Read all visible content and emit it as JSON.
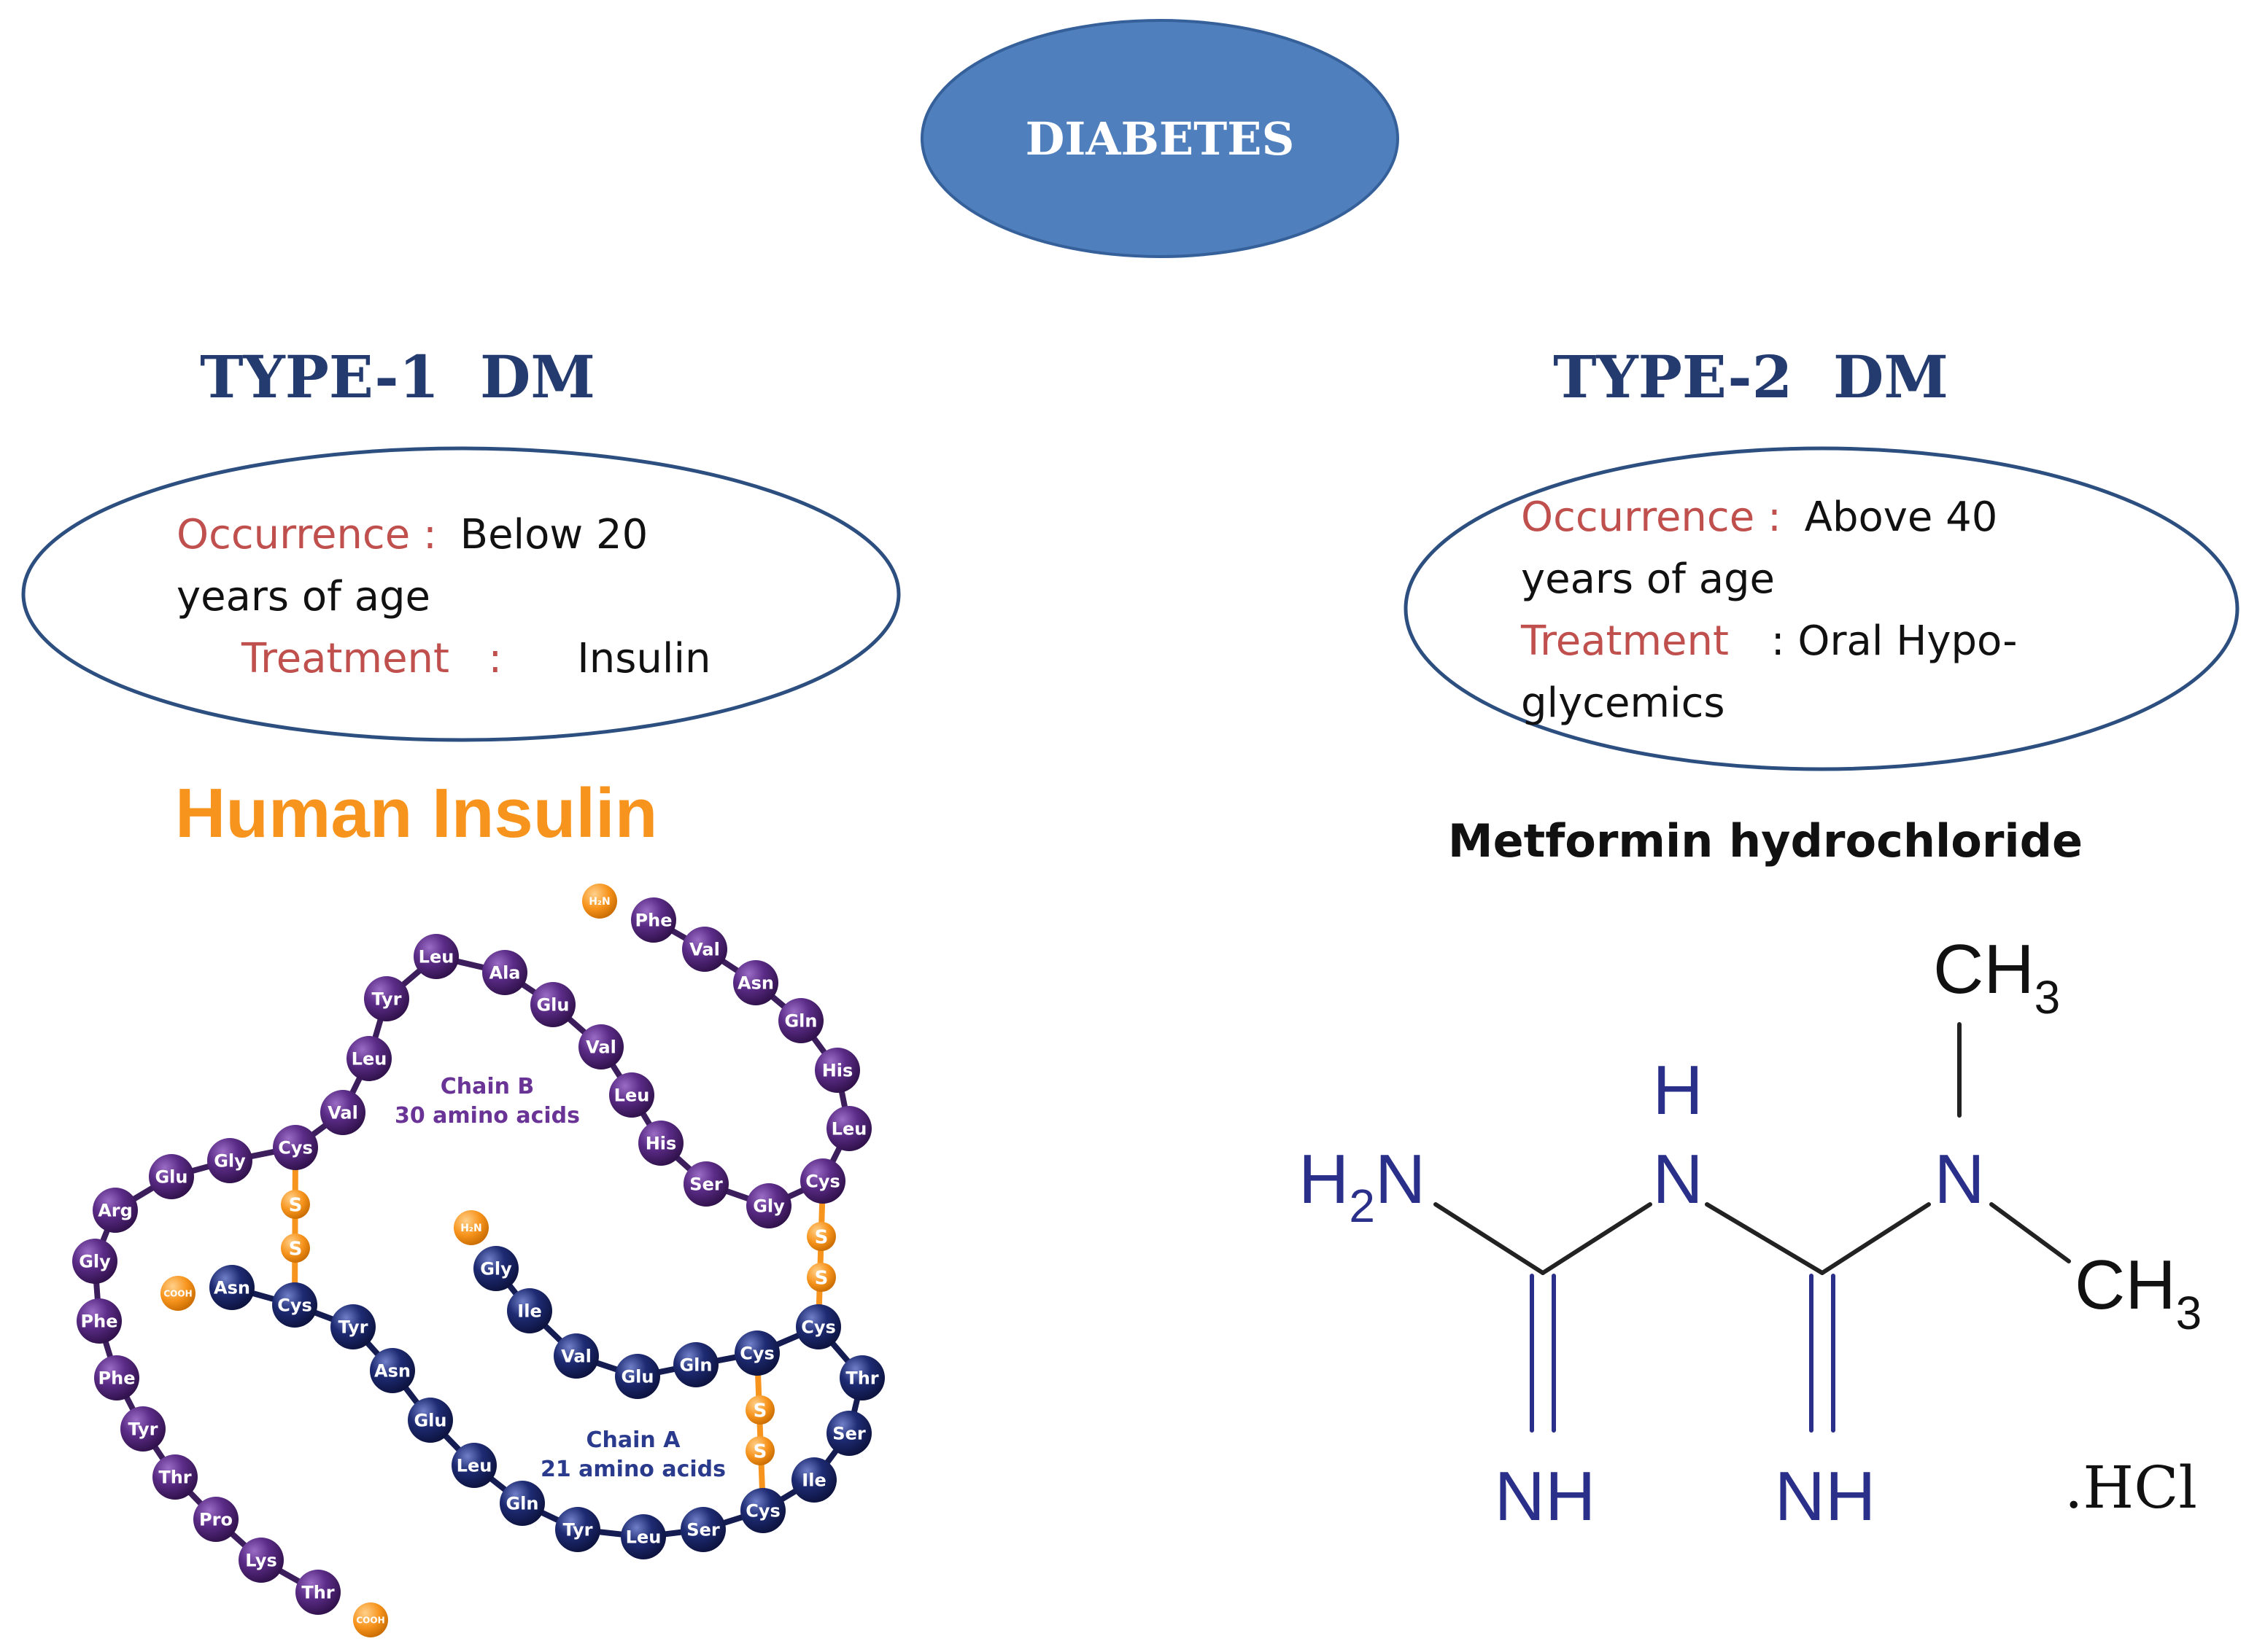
{
  "title": "DIABETES",
  "colors": {
    "title_fill": "#4f7fbc",
    "title_stroke": "#35609a",
    "heading": "#233b6e",
    "ellipse_stroke": "#2c4f80",
    "label_red": "#c0504d",
    "orange": "#f7941d",
    "chain_b_purple": "#5b2c87",
    "chain_a_navy": "#1e2b73",
    "chain_b_text": "#6a3496",
    "chain_a_text": "#2a3a8c",
    "bond_blue": "#2a2f8a"
  },
  "type1": {
    "heading": "TYPE-1  DM",
    "occurrence_label": "Occurrence :",
    "occurrence_value": "Below 20",
    "occurrence_value_2": "years of age",
    "treatment_label": "Treatment   :",
    "treatment_value": "Insulin",
    "insulin_title": "Human Insulin",
    "chain_b_label": "Chain B",
    "chain_b_count": "30 amino acids",
    "chain_a_label": "Chain A",
    "chain_a_count": "21 amino acids",
    "chain_b_start": "H₂N",
    "chain_b_end": "COOH",
    "chain_b_residues": [
      "Phe",
      "Val",
      "Asn",
      "Gln",
      "His",
      "Leu",
      "Cys",
      "Gly",
      "Ser",
      "His",
      "Leu",
      "Val",
      "Glu",
      "Ala",
      "Leu",
      "Tyr",
      "Leu",
      "Val",
      "Cys",
      "Gly",
      "Glu",
      "Arg",
      "Gly",
      "Phe",
      "Phe",
      "Tyr",
      "Thr",
      "Pro",
      "Lys",
      "Thr"
    ],
    "chain_a_start": "H₂N",
    "chain_a_end": "COOH",
    "chain_a_residues": [
      "Gly",
      "Ile",
      "Val",
      "Glu",
      "Gln",
      "Cys",
      "Cys",
      "Thr",
      "Ser",
      "Ile",
      "Cys",
      "Ser",
      "Leu",
      "Tyr",
      "Gln",
      "Leu",
      "Glu",
      "Asn",
      "Tyr",
      "Cys",
      "Asn"
    ],
    "disulfide": "S"
  },
  "type2": {
    "heading": "TYPE-2  DM",
    "occurrence_label": "Occurrence :",
    "occurrence_value": "Above 40",
    "occurrence_value_2": "years of age",
    "treatment_label": "Treatment",
    "treatment_value": ": Oral Hypo-",
    "treatment_value_2": "glycemics",
    "drug_title": "Metformin hydrochloride",
    "molecule": {
      "h2n": "H",
      "h2n_sub": "2",
      "h2n_n": "N",
      "h_top": "H",
      "n_mid": "N",
      "n_right": "N",
      "ch3_top": "CH",
      "ch3_top_sub": "3",
      "ch3_right": "CH",
      "ch3_right_sub": "3",
      "nh_left": "NH",
      "nh_right": "NH",
      "hcl": ".HCl"
    }
  }
}
